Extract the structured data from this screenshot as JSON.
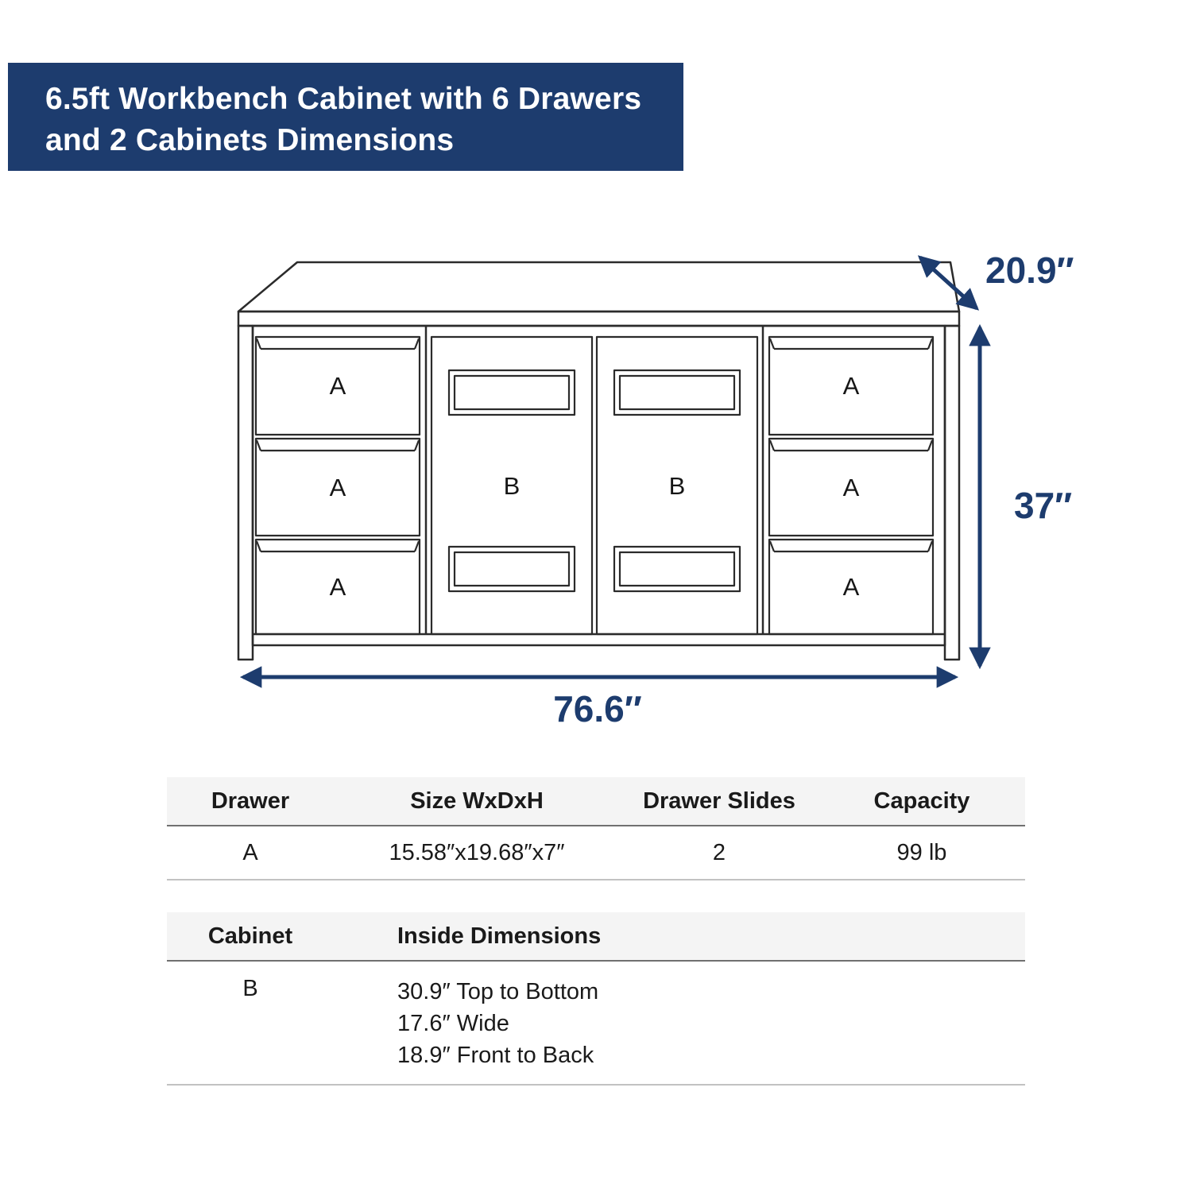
{
  "title": {
    "line1": "6.5ft Workbench Cabinet with 6 Drawers",
    "line2": "and 2 Cabinets Dimensions"
  },
  "diagram": {
    "drawer_label": "A",
    "cabinet_label": "B",
    "dimensions": {
      "depth": "20.9″",
      "height": "37″",
      "width": "76.6″"
    }
  },
  "drawer_table": {
    "headers": [
      "Drawer",
      "Size WxDxH",
      "Drawer Slides",
      "Capacity"
    ],
    "row": {
      "drawer": "A",
      "size": "15.58″x19.68″x7″",
      "slides": "2",
      "capacity": "99 lb"
    }
  },
  "cabinet_table": {
    "headers": [
      "Cabinet",
      "Inside Dimensions"
    ],
    "row": {
      "cabinet": "B",
      "lines": [
        "30.9″ Top to Bottom",
        "17.6″ Wide",
        "18.9″ Front to Back"
      ]
    }
  },
  "colors": {
    "accent": "#1d3c6e",
    "line": "#2b2b2b",
    "table_header_bg": "#f4f4f4"
  }
}
